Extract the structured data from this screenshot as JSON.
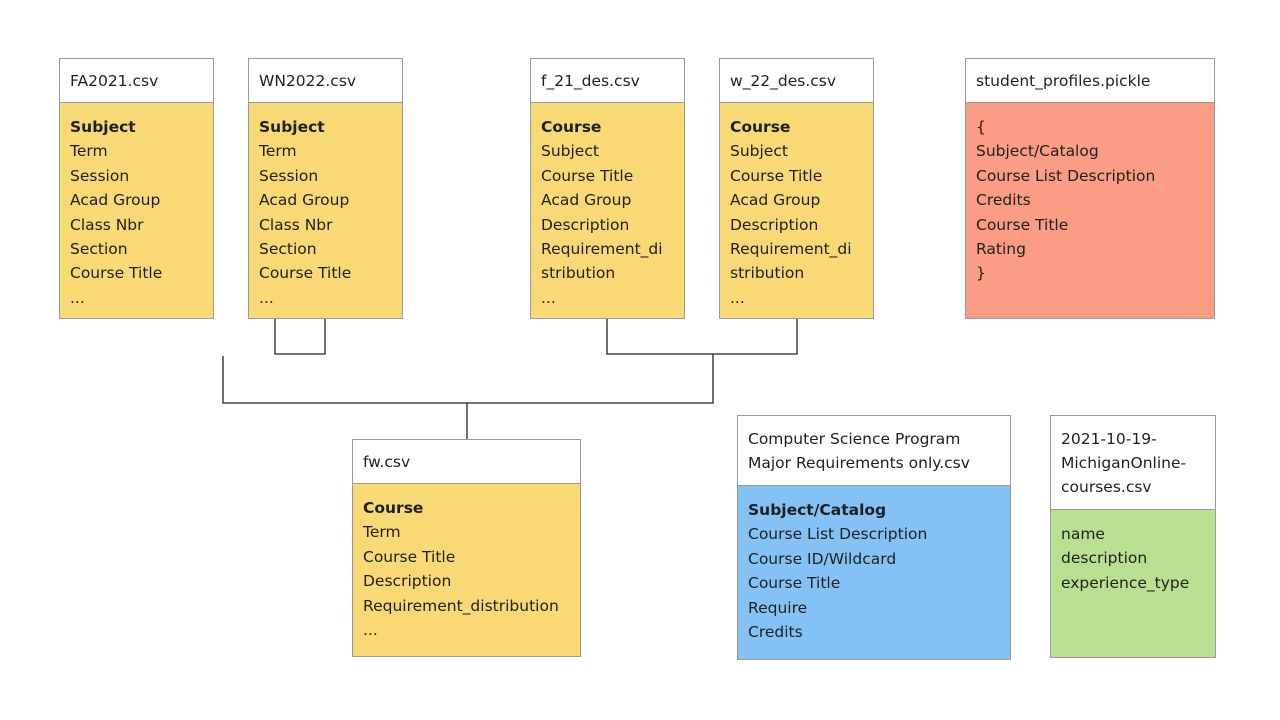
{
  "colors": {
    "yellow": "#f9d975",
    "salmon": "#fb9d85",
    "blue": "#84c1f5",
    "green": "#b9df90",
    "border": "#9a9a9a",
    "connector": "#222222"
  },
  "tables": {
    "fa2021": {
      "name": "FA2021.csv",
      "key": "Subject",
      "fields": [
        "Term",
        "Session",
        "Acad Group",
        "Class Nbr",
        "Section",
        "Course Title",
        "..."
      ]
    },
    "wn2022": {
      "name": "WN2022.csv",
      "key": "Subject",
      "fields": [
        "Term",
        "Session",
        "Acad Group",
        "Class Nbr",
        "Section",
        "Course Title",
        "..."
      ]
    },
    "f21des": {
      "name": "f_21_des.csv",
      "key": "Course",
      "fields": [
        "Subject",
        "Course Title",
        "Acad Group",
        "Description",
        "Requirement_di",
        "stribution",
        "..."
      ]
    },
    "w22des": {
      "name": "w_22_des.csv",
      "key": "Course",
      "fields": [
        "Subject",
        "Course Title",
        "Acad Group",
        "Description",
        "Requirement_di",
        "stribution",
        "..."
      ]
    },
    "profiles": {
      "name": "student_profiles.pickle",
      "fields": [
        "{",
        "Subject/Catalog",
        "Course List Description",
        "Credits",
        "Course Title",
        "Rating",
        "}"
      ]
    },
    "fw": {
      "name": "fw.csv",
      "key": "Course",
      "fields": [
        "Term",
        "Course Title",
        "Description",
        "Requirement_distribution",
        "..."
      ]
    },
    "cs": {
      "name_lines": [
        "Computer Science Program",
        "Major Requirements only.csv"
      ],
      "key": "Subject/Catalog",
      "fields": [
        "Course List Description",
        "Course ID/Wildcard",
        "Course Title",
        "Require",
        "Credits"
      ]
    },
    "online": {
      "name_lines": [
        "2021-10-19-",
        "MichiganOnline-",
        "courses.csv"
      ],
      "fields": [
        "name",
        "description",
        "experience_type"
      ]
    }
  }
}
